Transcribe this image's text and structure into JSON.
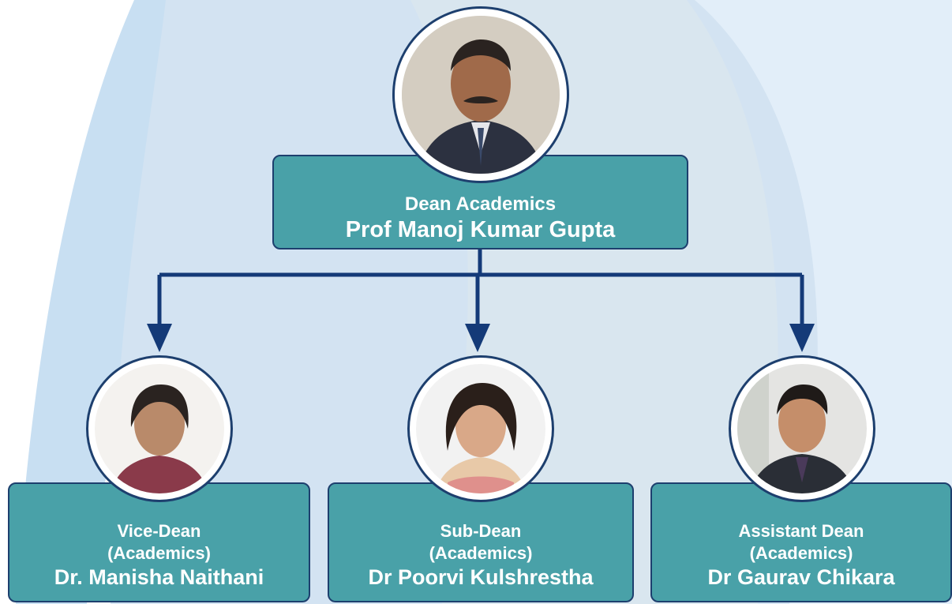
{
  "colors": {
    "box_fill": "#49a1a8",
    "box_border": "#1d3f6e",
    "connector": "#143a78",
    "text": "#ffffff",
    "bg_light": "#e2eef9",
    "bg_mid": "#c8dff2",
    "bg_center": "#d9e6ef"
  },
  "dean": {
    "role": "Dean Academics",
    "name": "Prof Manoj Kumar Gupta",
    "photo_icon": "man-in-suit-portrait"
  },
  "reports": [
    {
      "role": "Vice-Dean",
      "dept": "(Academics)",
      "name": "Dr. Manisha Naithani",
      "photo_icon": "woman-portrait"
    },
    {
      "role": "Sub-Dean",
      "dept": "(Academics)",
      "name": "Dr Poorvi Kulshrestha",
      "photo_icon": "woman-portrait"
    },
    {
      "role": "Assistant Dean",
      "dept": "(Academics)",
      "name": "Dr Gaurav Chikara",
      "photo_icon": "man-portrait"
    }
  ]
}
